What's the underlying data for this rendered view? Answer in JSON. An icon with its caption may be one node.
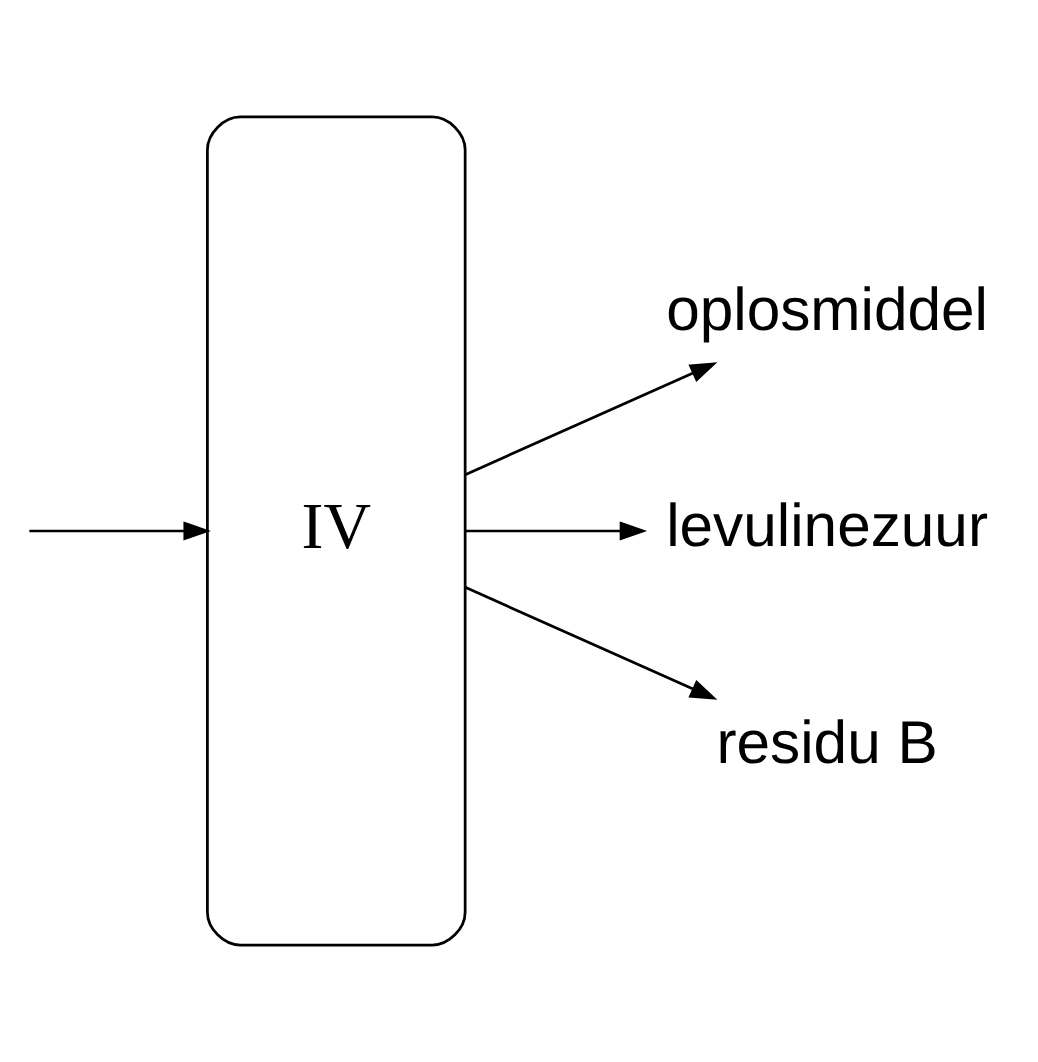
{
  "diagram": {
    "nodes": [
      {
        "text": [
          "IV"
        ]
      },
      {
        "text": [
          "oplosmiddel"
        ]
      },
      {
        "text": [
          "levulinezuur"
        ]
      },
      {
        "text": [
          "residu B"
        ]
      }
    ],
    "edges": [
      {
        "from": null,
        "to": 0,
        "arrow": "to"
      },
      {
        "from": 0,
        "to": 1,
        "arrow": "to"
      },
      {
        "from": 0,
        "to": 2,
        "arrow": "to"
      },
      {
        "from": 0,
        "to": 3,
        "arrow": "to"
      }
    ]
  }
}
